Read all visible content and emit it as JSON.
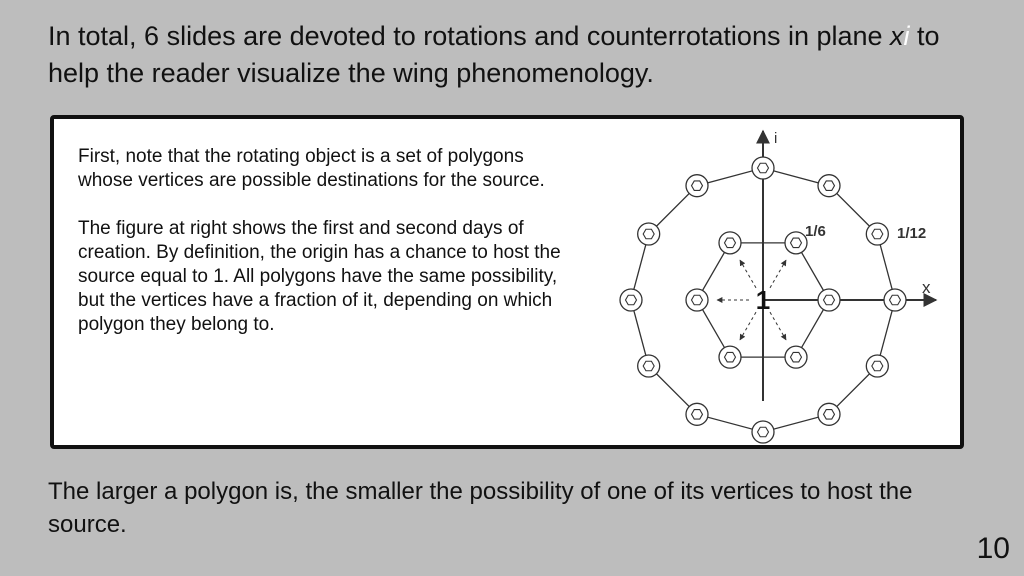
{
  "heading": {
    "text_before": "In total, 6 slides are devoted to rotations and counterrotations in plane ",
    "var_x": "x",
    "var_i": "i",
    "text_after": " to help the reader visualize the wing phenomenology."
  },
  "panel": {
    "paragraph_1": "First, note that the rotating object is a set of polygons whose vertices are possible destinations for the source.",
    "paragraph_2": "The figure at right shows the first and second days of creation. By definition, the origin has a chance to host the source equal to 1. All polygons have the same possibility, but the vertices have a fraction of it, depending on which polygon they belong to."
  },
  "diagram": {
    "axis_x_label": "x",
    "axis_i_label": "i",
    "origin_label": "1",
    "hexagon_label": "1/6",
    "dodecagon_label": "1/12",
    "hexagon_vertex_count": 6,
    "dodecagon_vertex_count": 12
  },
  "footer": {
    "text": "The larger a polygon is, the smaller the possibility of one of its vertices to host the source."
  },
  "page_number": "10"
}
